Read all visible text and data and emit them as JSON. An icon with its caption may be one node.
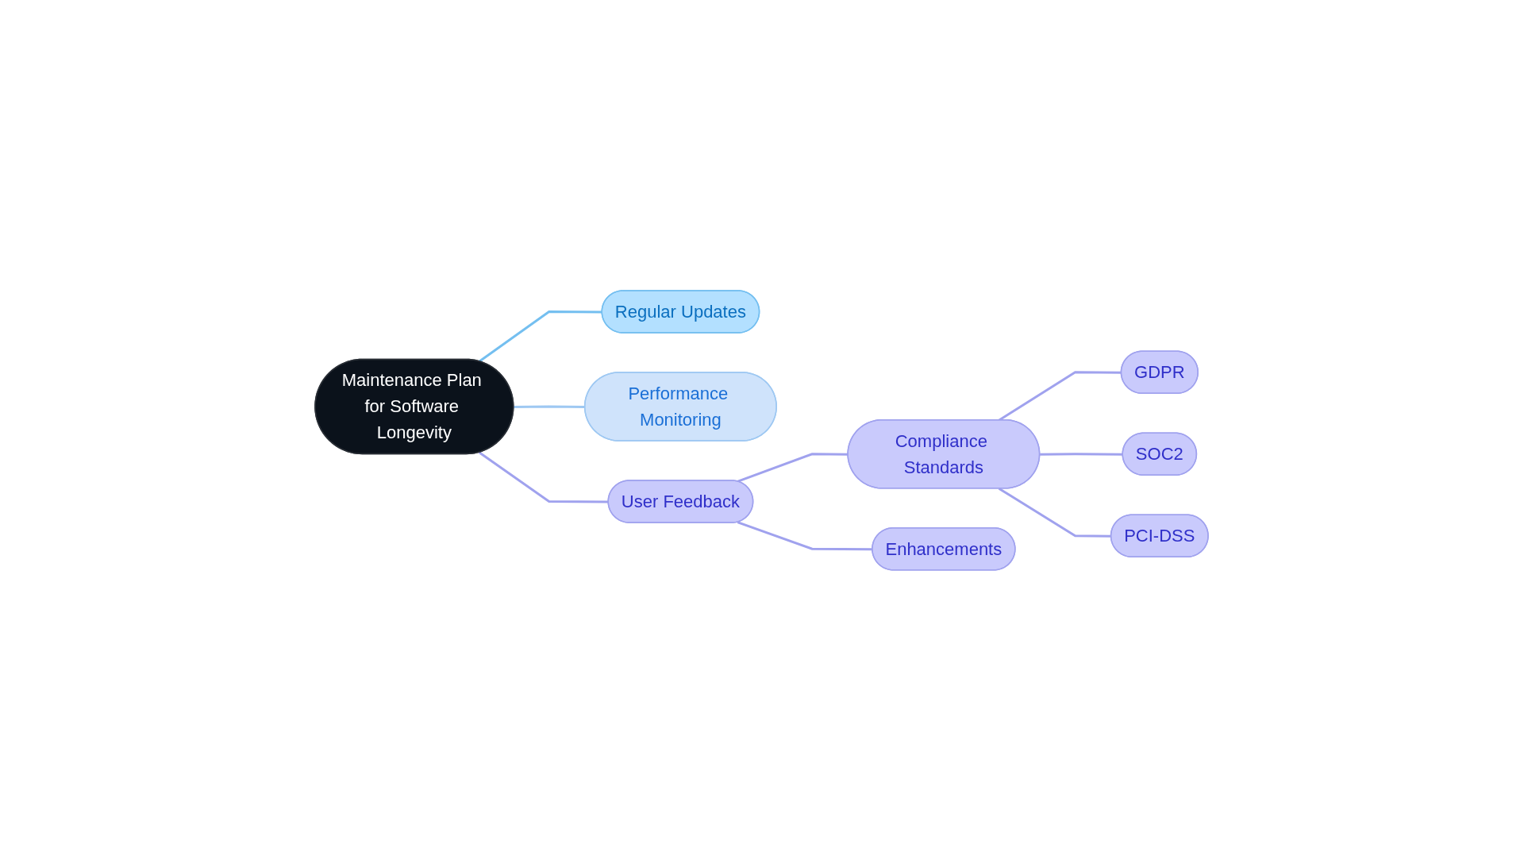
{
  "diagram": {
    "nodes": [
      {
        "text": [
          "Maintenance Plan for Software Longevity"
        ]
      },
      {
        "text": [
          "Regular Updates"
        ]
      },
      {
        "text": [
          "Performance Monitoring"
        ]
      },
      {
        "text": [
          "User Feedback"
        ]
      },
      {
        "text": [
          "Compliance Standards"
        ]
      },
      {
        "text": [
          "GDPR"
        ]
      },
      {
        "text": [
          "SOC2"
        ]
      },
      {
        "text": [
          "PCI-DSS"
        ]
      },
      {
        "text": [
          "Enhancements"
        ]
      }
    ],
    "edges": [
      {
        "from": 0,
        "to": 1,
        "arrow": "none",
        "color": "#74bff0"
      },
      {
        "from": 0,
        "to": 2,
        "arrow": "none",
        "color": "#9ec8f2"
      },
      {
        "from": 0,
        "to": 3,
        "arrow": "none"
      },
      {
        "from": 3,
        "to": 4,
        "arrow": "none"
      },
      {
        "from": 4,
        "to": 5,
        "arrow": "none"
      },
      {
        "from": 4,
        "to": 6,
        "arrow": "none"
      },
      {
        "from": 4,
        "to": 7,
        "arrow": "none"
      },
      {
        "from": 3,
        "to": 8,
        "arrow": "none"
      }
    ]
  }
}
